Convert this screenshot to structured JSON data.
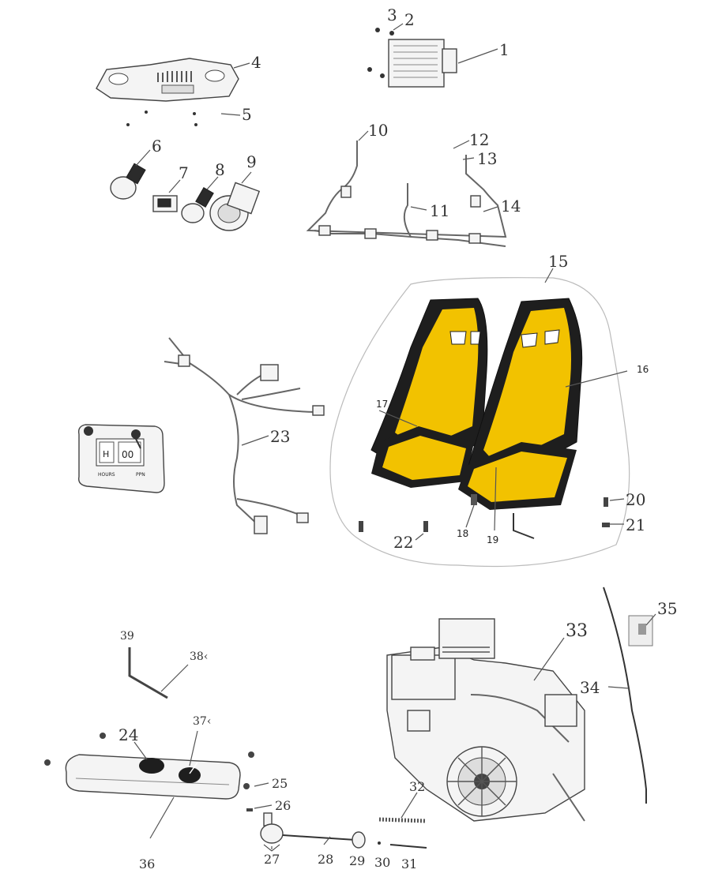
{
  "diagram": {
    "labels": [
      "1",
      "2",
      "3",
      "4",
      "5",
      "6",
      "7",
      "8",
      "9",
      "10",
      "11",
      "12",
      "13",
      "14",
      "15",
      "16",
      "17",
      "18",
      "19",
      "20",
      "21",
      "22",
      "23",
      "24",
      "25",
      "26",
      "27",
      "28",
      "29",
      "30",
      "31",
      "32",
      "33",
      "34",
      "35",
      "36",
      "37‹",
      "38‹",
      "39"
    ],
    "meter": {
      "hours_text": "HOURS",
      "value_left": "H",
      "value_right": "00",
      "unit_text": "PPN"
    },
    "colors": {
      "seat_yellow": "#f2c200",
      "seat_black": "#1e1e1e",
      "line": "#444444"
    }
  }
}
